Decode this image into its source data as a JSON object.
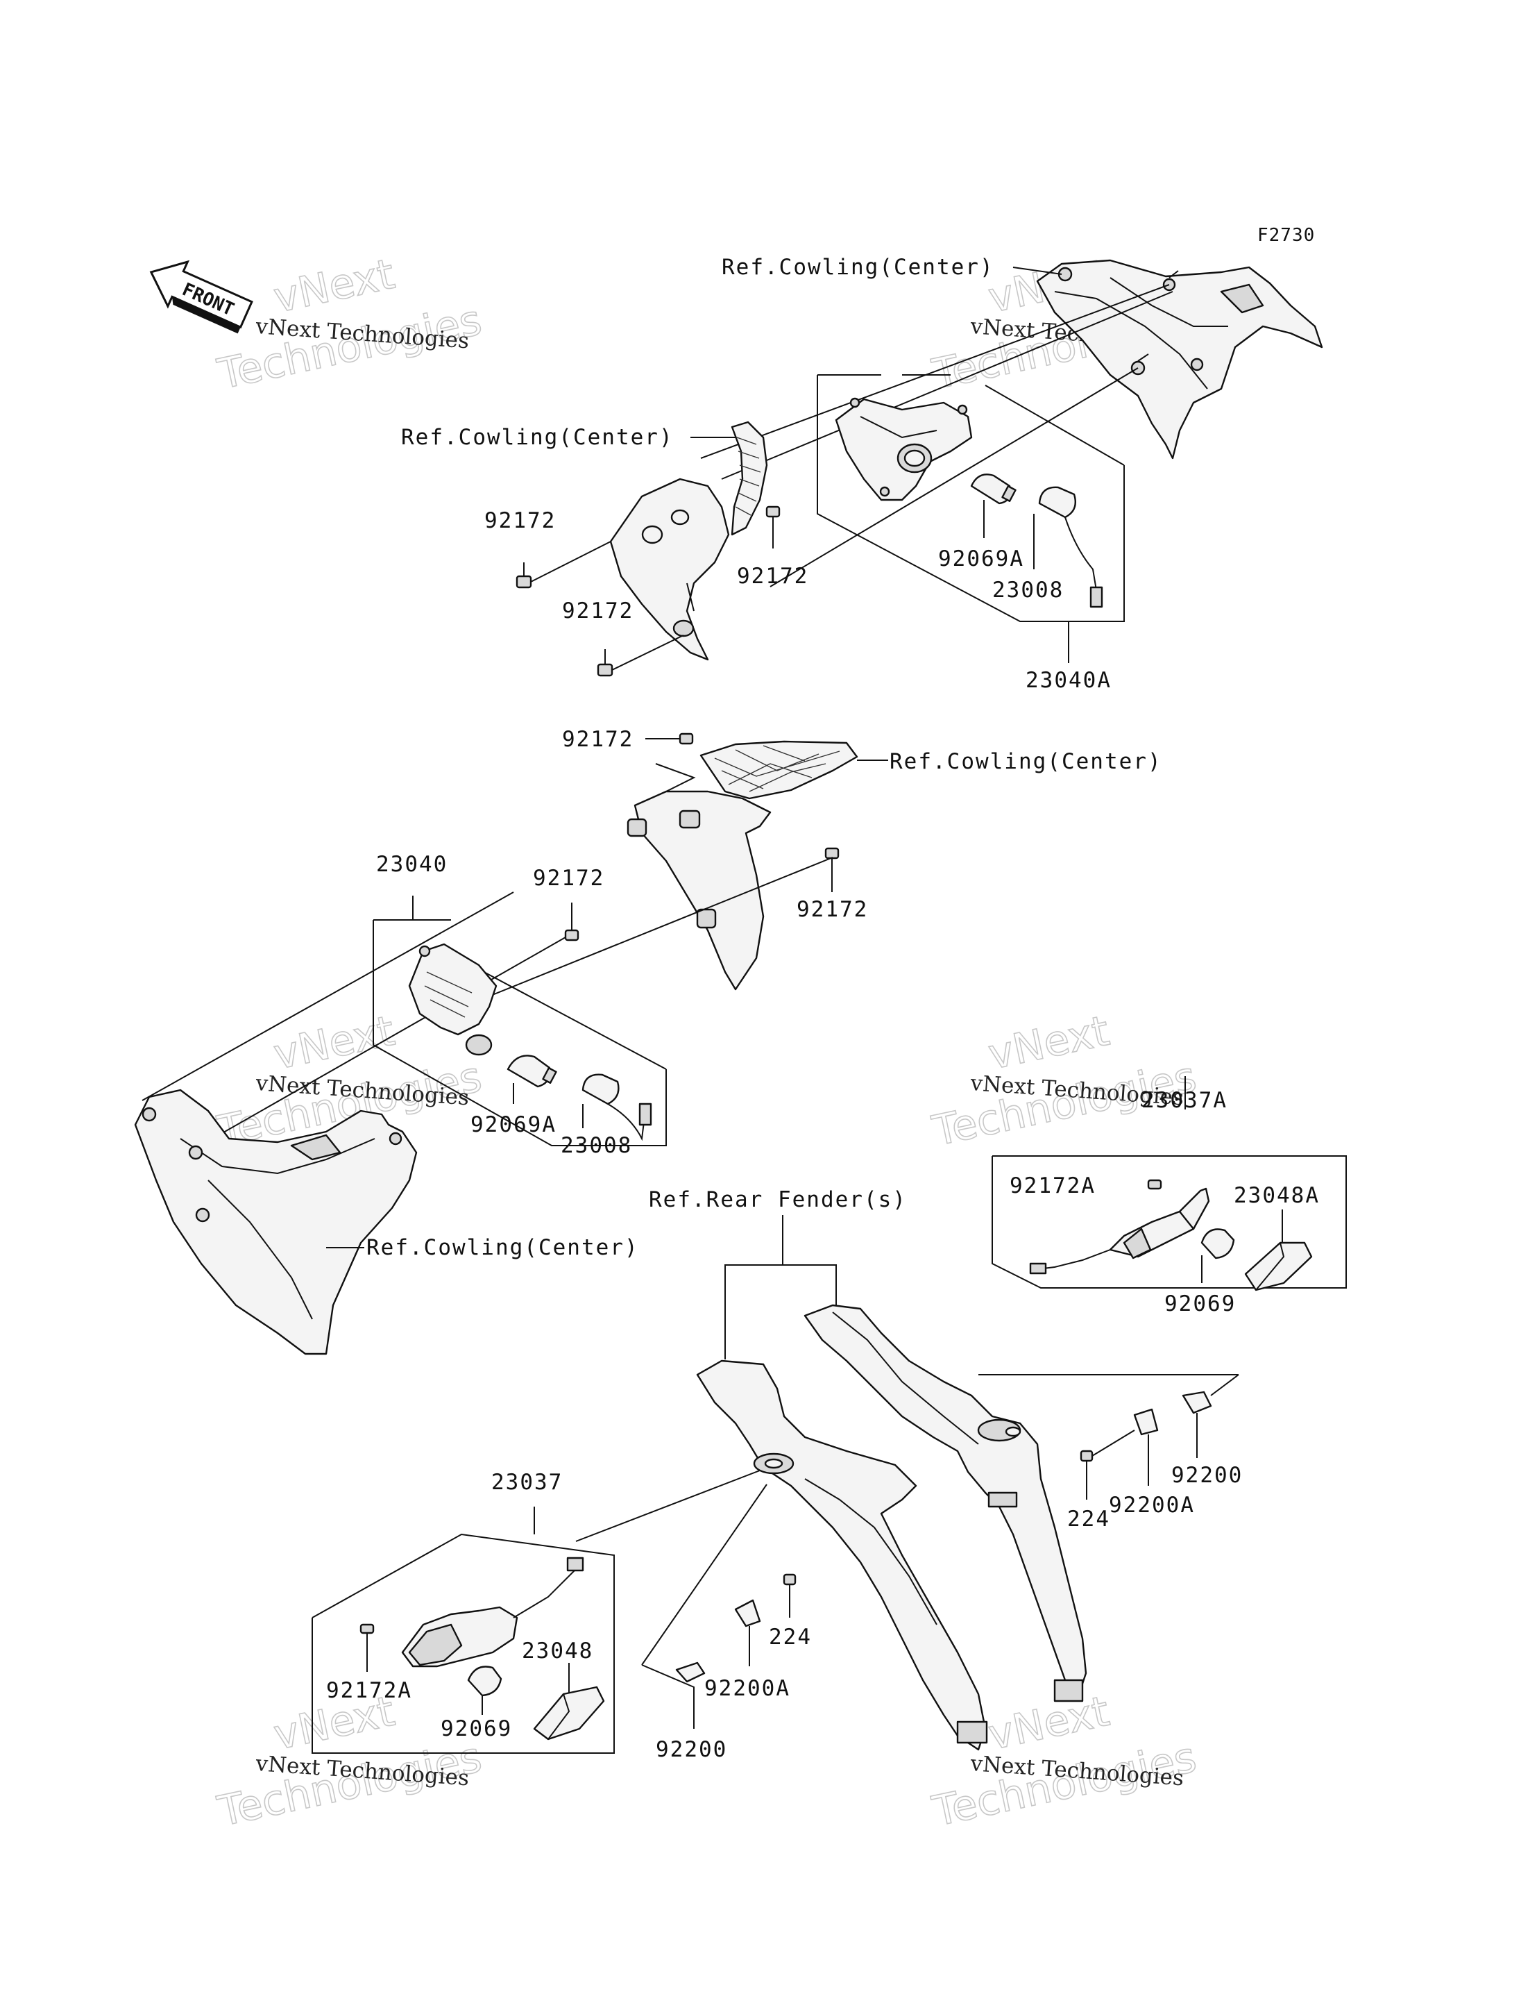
{
  "figure_id": "F2730",
  "front_label": "FRONT",
  "watermark": {
    "line1": "vNext",
    "line2": "Technologies",
    "subtitle": "vNext Technologies"
  },
  "callouts": {
    "ref_cowling_center": "Ref.Cowling(Center)",
    "ref_rear_fender": "Ref.Rear Fender(s)",
    "p92172": "92172",
    "p92172A": "92172A",
    "p92069": "92069",
    "p92069A": "92069A",
    "p23008": "23008",
    "p23040": "23040",
    "p23040A": "23040A",
    "p23037": "23037",
    "p23037A": "23037A",
    "p23048": "23048",
    "p23048A": "23048A",
    "p92200": "92200",
    "p92200A": "92200A",
    "p224": "224"
  }
}
